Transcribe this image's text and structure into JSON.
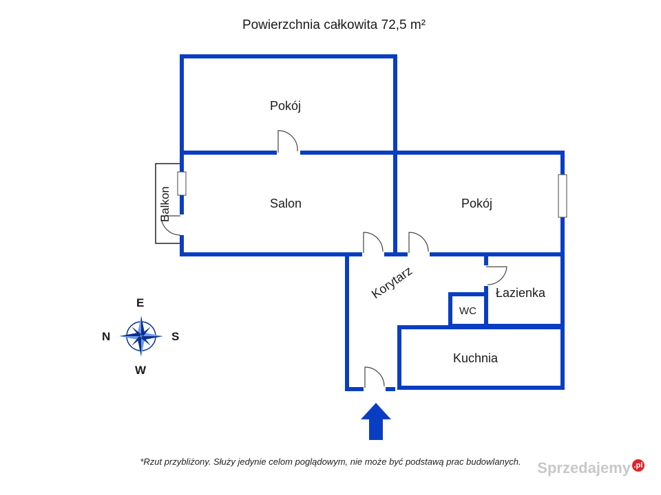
{
  "header": {
    "title": "Powierzchnia całkowita 72,5 m²"
  },
  "rooms": {
    "pokoj_top": "Pokój",
    "salon": "Salon",
    "pokoj_right": "Pokój",
    "balkon": "Balkon",
    "korytarz": "Korytarz",
    "lazienka": "Łazienka",
    "wc": "WC",
    "kuchnia": "Kuchnia"
  },
  "compass": {
    "north": "N",
    "south": "S",
    "east": "E",
    "west": "W"
  },
  "footer": {
    "disclaimer": "*Rzut przybliżony. Służy jedynie celom poglądowym, nie może być podstawą prac budowlanych.",
    "watermark": "Sprzedajemy",
    "watermark_badge": ".pl"
  },
  "colors": {
    "wall": "#0a3ec2",
    "arrow": "#0a3ec2",
    "compass_dark": "#0b2f8f",
    "compass_light": "#6f9be8"
  }
}
